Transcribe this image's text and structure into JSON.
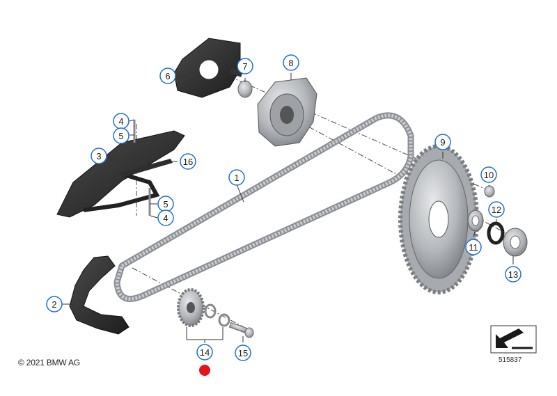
{
  "copyright": "© 2021 BMW AG",
  "diagram_id": "515837",
  "colors": {
    "callout_stroke": "#1f6fd0",
    "marker": "#e8121a",
    "metal": "#b9bcc0",
    "dark_part": "#2b2b2b"
  },
  "callouts": [
    {
      "label": "1"
    },
    {
      "label": "2"
    },
    {
      "label": "3"
    },
    {
      "label": "4"
    },
    {
      "label": "5"
    },
    {
      "label": "6"
    },
    {
      "label": "7"
    },
    {
      "label": "8"
    },
    {
      "label": "9"
    },
    {
      "label": "10"
    },
    {
      "label": "11"
    },
    {
      "label": "12"
    },
    {
      "label": "13"
    },
    {
      "label": "14"
    },
    {
      "label": "15"
    },
    {
      "label": "16"
    },
    {
      "label": "5"
    },
    {
      "label": "4"
    }
  ],
  "icons": [
    "nav-arrow-icon",
    "selection-marker"
  ]
}
